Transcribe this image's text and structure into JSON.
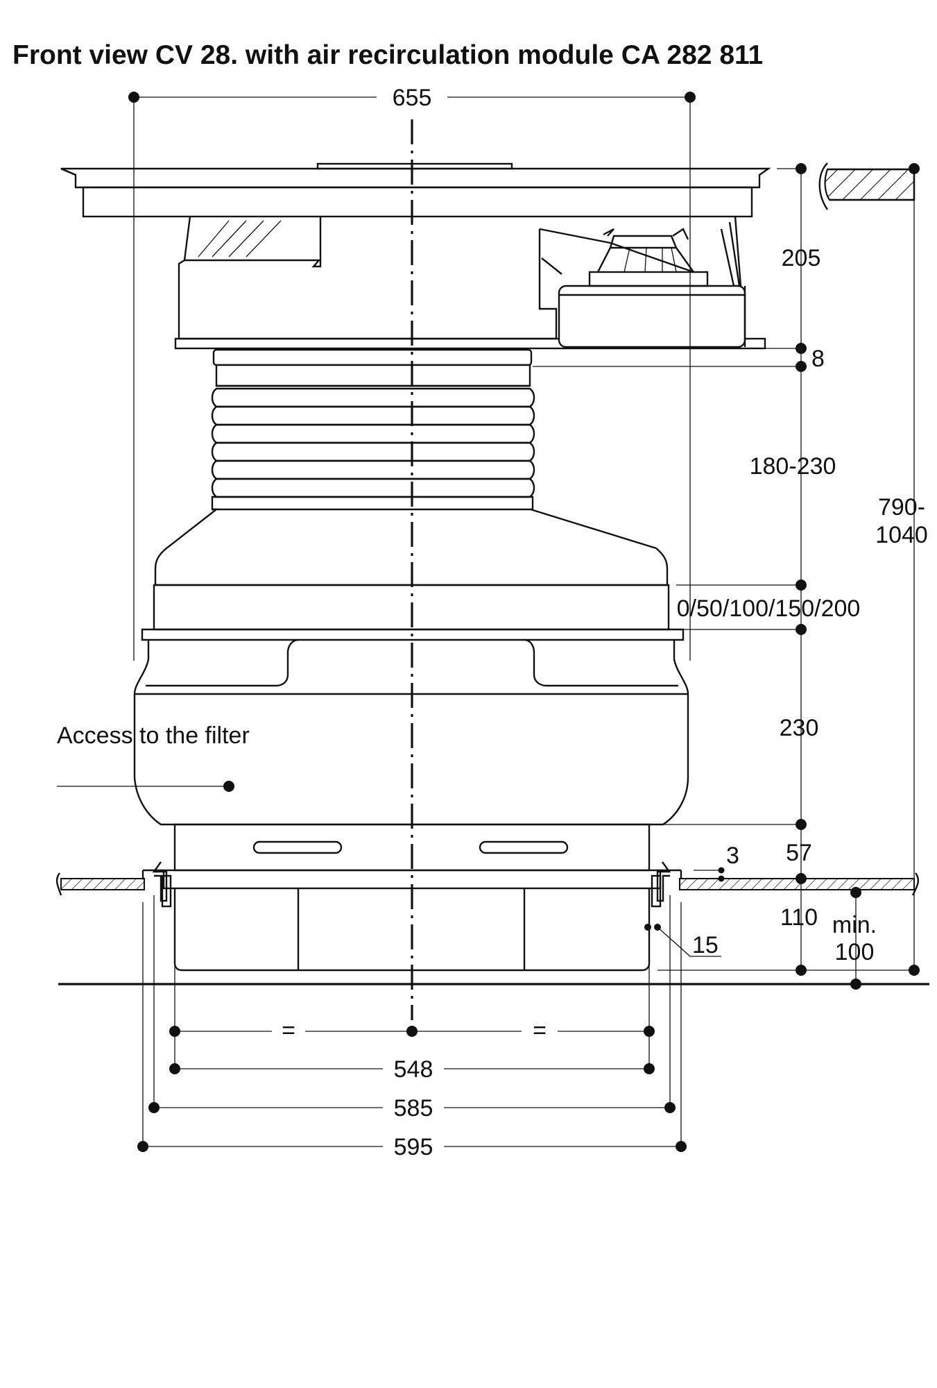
{
  "title": "Front view CV 28. with air recirculation module CA 282 811",
  "label_filter": "Access to the filter",
  "dims": {
    "d655": "655",
    "d205": "205",
    "d8": "8",
    "d180_230": "180-230",
    "d790_1": "790-",
    "d790_2": "1040",
    "d0_200": "0/50/100/150/200",
    "d230": "230",
    "d3": "3",
    "d57": "57",
    "d110": "110",
    "dmin_1": "min.",
    "dmin_2": "100",
    "d15": "15",
    "deq_left": "=",
    "deq_right": "=",
    "d548": "548",
    "d585": "585",
    "d595": "595"
  }
}
